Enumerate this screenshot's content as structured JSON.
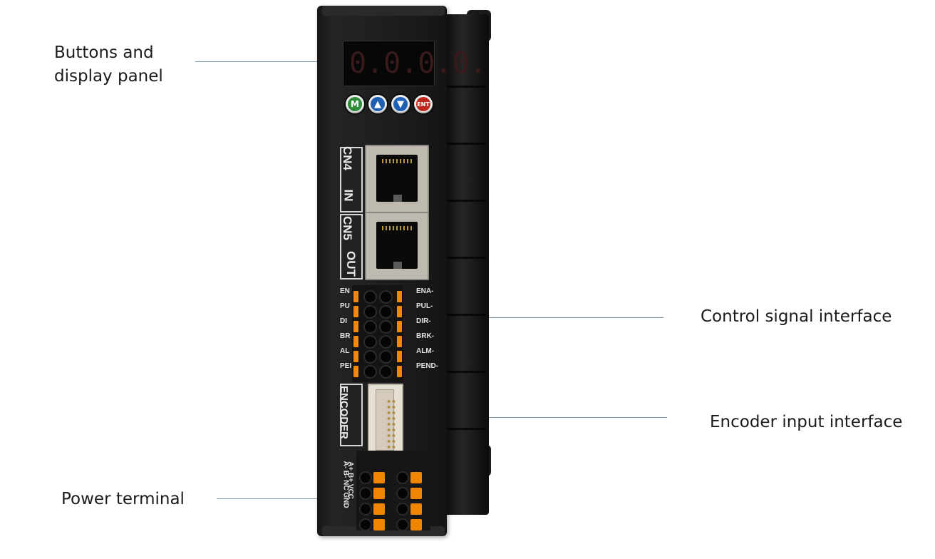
{
  "callouts": {
    "buttons_display": "Buttons and\ndisplay panel",
    "control_signal": "Control signal interface",
    "encoder_input": "Encoder input interface",
    "power_terminal": "Power terminal"
  },
  "display": {
    "digits": "0.0.0.0."
  },
  "buttons": [
    "M",
    "▲",
    "▼",
    "ENT"
  ],
  "ports": {
    "cn4": "CN4",
    "in": "IN",
    "cn5": "CN5",
    "out": "OUT",
    "encoder": "ENCODER"
  },
  "signals": {
    "left": [
      "EN",
      "PU",
      "DI",
      "BR",
      "AL",
      "PEI"
    ],
    "right": [
      "ENA-",
      "PUL-",
      "DIR-",
      "BRK-",
      "ALM-",
      "PEND-"
    ]
  },
  "power": {
    "row1": "A+  B+  VCC",
    "row2": "A-  B-  NC GND"
  },
  "colors": {
    "leader": "#7d97ad",
    "button_m": "#2e8b3a",
    "button_up": "#1f5fb4",
    "button_down": "#1f5fb4",
    "button_ent": "#c0281e",
    "terminal_orange": "#f08a00"
  }
}
